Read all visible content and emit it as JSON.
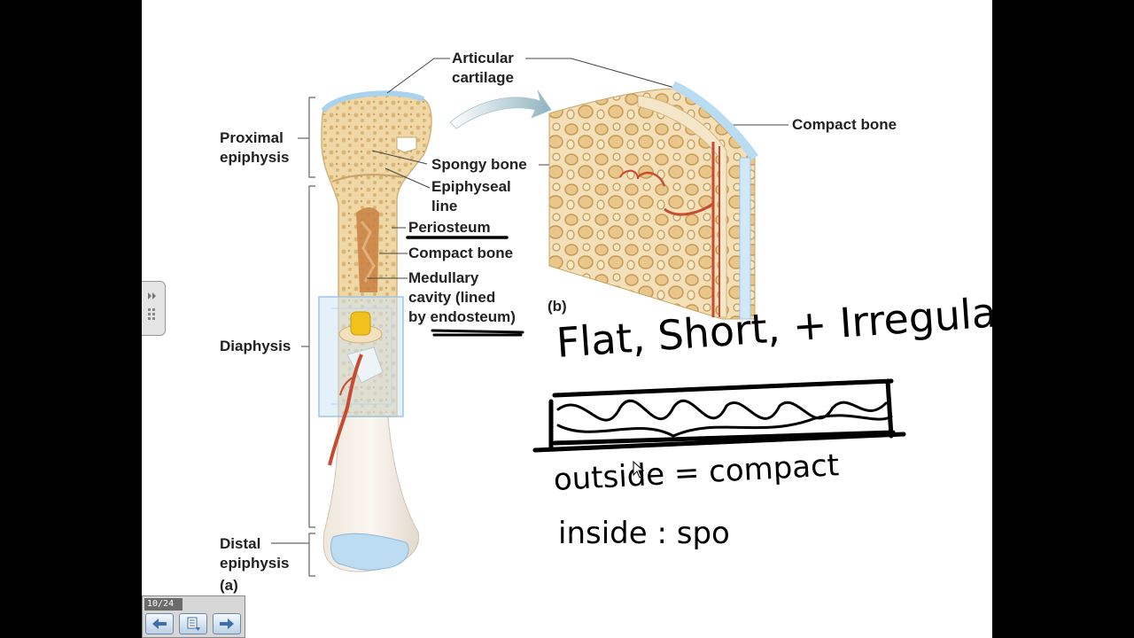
{
  "labels": {
    "articular": [
      "Articular",
      "cartilage"
    ],
    "proximal": [
      "Proximal",
      "epiphysis"
    ],
    "spongy": "Spongy bone",
    "epiphyseal": [
      "Epiphyseal",
      "line"
    ],
    "periosteum": "Periosteum",
    "compact": "Compact bone",
    "medullary": [
      "Medullary",
      "cavity (lined",
      "by endosteum)"
    ],
    "diaphysis": "Diaphysis",
    "distal": [
      "Distal",
      "epiphysis"
    ],
    "panel_a": "(a)",
    "panel_b": "(b)",
    "compact_b": "Compact bone"
  },
  "handwriting": {
    "heading": "Flat, Short, + Irregular",
    "line1": "outside = compact",
    "line2": "inside : spo"
  },
  "player": {
    "slide_counter": "10/24",
    "prev_icon": "arrow-left-icon",
    "menu_icon": "slide-list-icon",
    "next_icon": "arrow-right-icon"
  },
  "colors": {
    "bone": "#f0d9a8",
    "spongy": "#e2bf82",
    "cartilage": "#cfe6f5",
    "marrow": "#c97a40",
    "vessel": "#c84a30",
    "button": "#bcd0e4"
  }
}
